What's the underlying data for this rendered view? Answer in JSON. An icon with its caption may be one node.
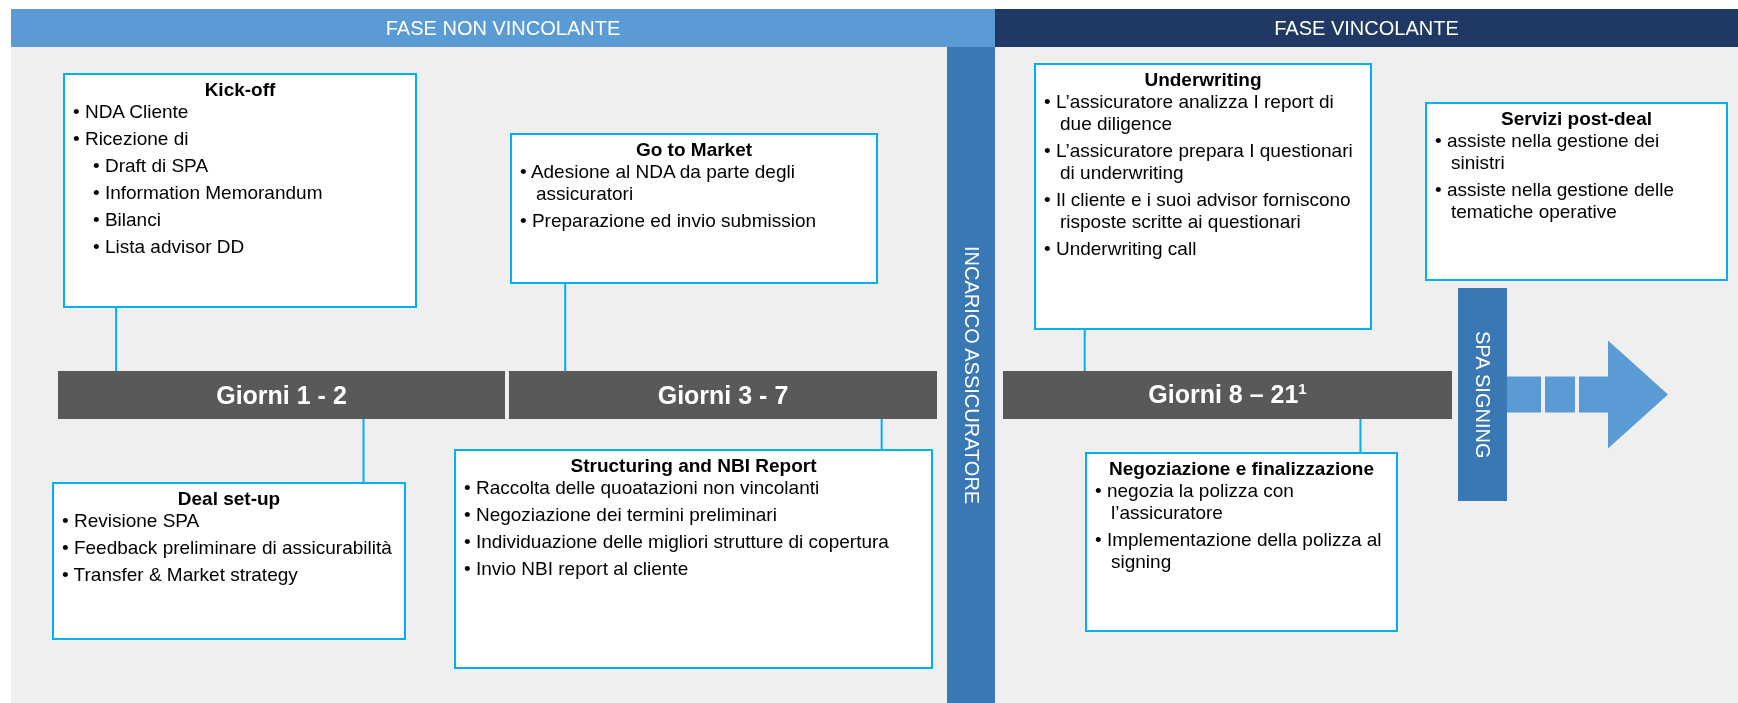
{
  "diagram": {
    "nodes": [
      {
        "text": [
          "FASE NON VINCOLANTE"
        ]
      },
      {
        "text": [
          "FASE VINCOLANTE"
        ]
      },
      {
        "text": [
          "Kick-off",
          "• NDA Cliente",
          "• Ricezione di",
          "• Draft di SPA",
          "• Information Memorandum",
          "• Bilanci",
          "• Lista advisor DD"
        ]
      },
      {
        "text": [
          "Go to Market",
          "• Adesione al NDA da parte degli assicuratori",
          "• Preparazione ed invio submission"
        ]
      },
      {
        "text": [
          "Underwriting",
          "• L’assicuratore analizza I report di due diligence",
          "• L’assicuratore prepara I questionari di underwriting",
          "• Il cliente e i suoi advisor forniscono risposte scritte ai questionari",
          "• Underwriting call"
        ]
      },
      {
        "text": [
          "Servizi post-deal",
          "• assiste nella gestione dei sinistri",
          "• assiste nella gestione delle tematiche operative"
        ]
      },
      {
        "text": [
          "Giorni 1 - 2"
        ]
      },
      {
        "text": [
          "Giorni 3 - 7"
        ]
      },
      {
        "text": [
          "Giorni 8 – 21$^{1}$"
        ]
      },
      {
        "text": [
          "INCARICO ASSICURATORE"
        ]
      },
      {
        "text": [
          "SPA SIGNING"
        ]
      },
      {
        "text": [
          "Deal set-up",
          "• Revisione SPA",
          "• Feedback preliminare di assicurabilità",
          "• Transfer & Market strategy"
        ]
      },
      {
        "text": [
          "Structuring and NBI Report",
          "• Raccolta delle quoatazioni non vincolanti",
          "• Negoziazione dei termini preliminari",
          "• Individuazione delle migliori strutture di copertura",
          "• Invio NBI report al cliente"
        ]
      },
      {
        "text": [
          "Negoziazione e finalizzazione",
          "• negozia la polizza con l’assicuratore",
          "• Implementazione della polizza al signing"
        ]
      }
    ],
    "edges": [
      {
        "from": 2,
        "to": 6,
        "arrow": "none"
      },
      {
        "from": 3,
        "to": 7,
        "arrow": "none"
      },
      {
        "from": 4,
        "to": 8,
        "arrow": "none"
      },
      {
        "from": 11,
        "to": 6,
        "arrow": "none"
      },
      {
        "from": 12,
        "to": 7,
        "arrow": "none"
      },
      {
        "from": 13,
        "to": 8,
        "arrow": "none"
      },
      {
        "from": 10,
        "to": 5,
        "arrow": "to",
        "style": "thick",
        "color": "#5b9bd5"
      }
    ]
  }
}
